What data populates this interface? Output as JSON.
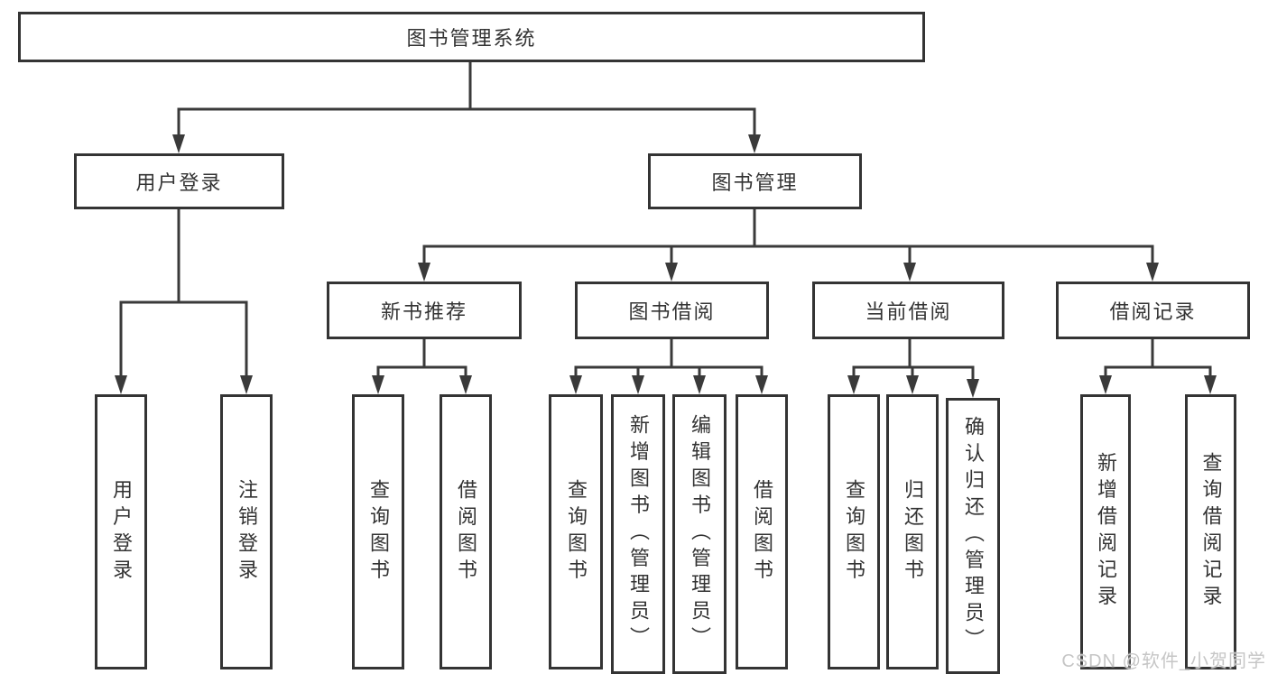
{
  "diagram": {
    "root": {
      "label": "图书管理系统"
    },
    "level2": [
      {
        "label": "用户登录",
        "leaves": [
          "用户登录",
          "注销登录"
        ]
      },
      {
        "label": "图书管理"
      }
    ],
    "level3": [
      {
        "label": "新书推荐",
        "leaves": [
          "查询图书",
          "借阅图书"
        ]
      },
      {
        "label": "图书借阅",
        "leaves": [
          "查询图书",
          "新增图书（管理员）",
          "编辑图书（管理员）",
          "借阅图书"
        ]
      },
      {
        "label": "当前借阅",
        "leaves": [
          "查询图书",
          "归还图书",
          "确认归还（管理员）"
        ]
      },
      {
        "label": "借阅记录",
        "leaves": [
          "新增借阅记录",
          "查询借阅记录"
        ]
      }
    ]
  },
  "watermark": {
    "text": "CSDN @软件_小贺同学"
  },
  "colors": {
    "line": "#3a3a3a",
    "border": "#343434",
    "text": "#333333",
    "background": "#ffffff",
    "watermark": "#c6c6c6"
  }
}
